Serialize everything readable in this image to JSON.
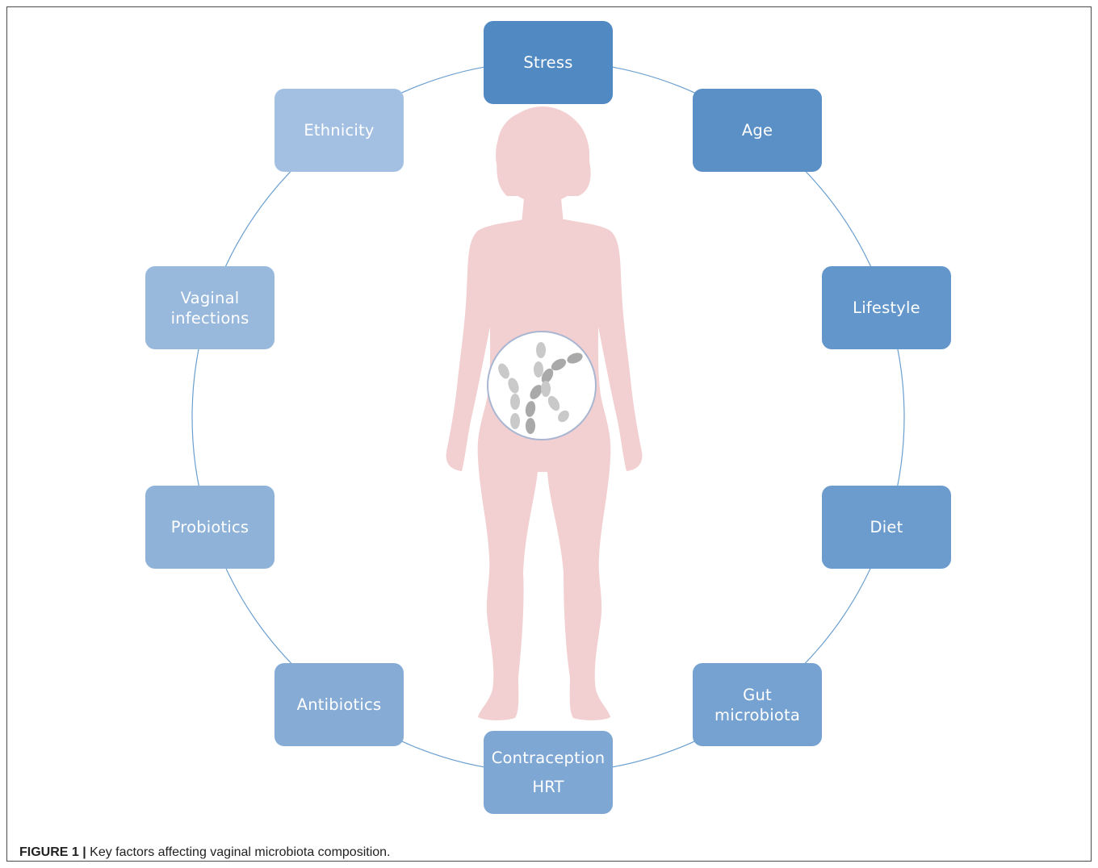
{
  "caption": {
    "label": "FIGURE 1 |",
    "text": " Key factors affecting vaginal microbiota composition."
  },
  "colors": {
    "ring_line": "#6a9fcf",
    "silhouette": "#f2cfd1",
    "lens_border": "#a9b6d2",
    "lens_fill": "#ffffff",
    "bacteria_light": "#c9c9c9",
    "bacteria_dark": "#a9a9a9"
  },
  "factors": [
    {
      "id": "stress",
      "lines": [
        "Stress"
      ],
      "color": "#5189c2"
    },
    {
      "id": "age",
      "lines": [
        "Age"
      ],
      "color": "#5a90c6"
    },
    {
      "id": "lifestyle",
      "lines": [
        "Lifestyle"
      ],
      "color": "#6396ca"
    },
    {
      "id": "diet",
      "lines": [
        "Diet"
      ],
      "color": "#6b9ccd"
    },
    {
      "id": "gut-microbiota",
      "lines": [
        "Gut",
        "microbiota"
      ],
      "color": "#75a2d1"
    },
    {
      "id": "contraception-hrt",
      "lines": [
        "Contraception",
        "HRT"
      ],
      "color": "#7ea7d4"
    },
    {
      "id": "antibiotics",
      "lines": [
        "Antibiotics"
      ],
      "color": "#86acd6"
    },
    {
      "id": "probiotics",
      "lines": [
        "Probiotics"
      ],
      "color": "#8fb2d9"
    },
    {
      "id": "vaginal-infections",
      "lines": [
        "Vaginal",
        "infections"
      ],
      "color": "#98b8dc"
    },
    {
      "id": "ethnicity",
      "lines": [
        "Ethnicity"
      ],
      "color": "#a3c0e2"
    }
  ]
}
